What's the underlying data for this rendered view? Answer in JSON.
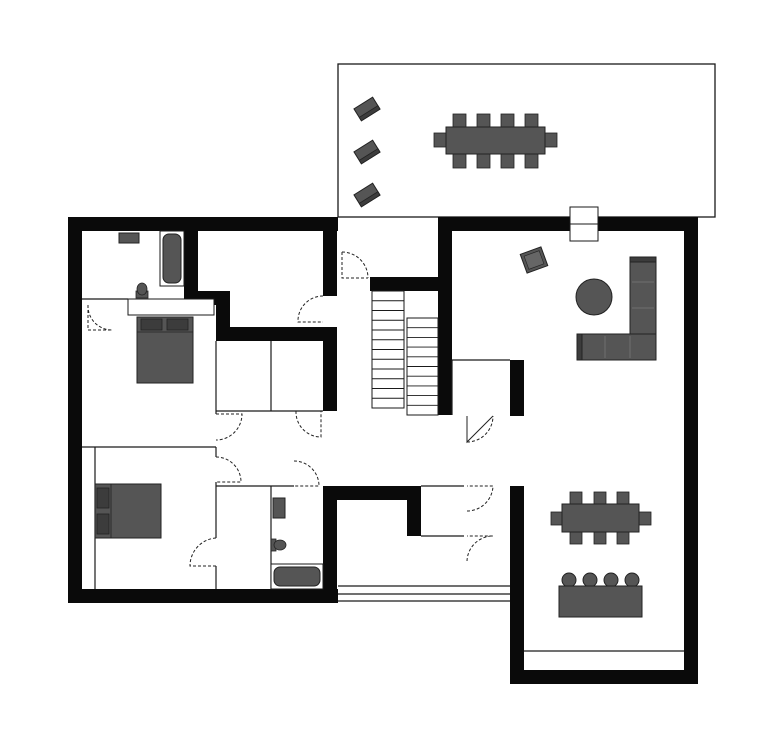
{
  "diagram": {
    "type": "floor-plan",
    "colors": {
      "background": "#ffffff",
      "wall": "#0a0a0a",
      "line": "#1a1a1a",
      "furniture": "#555555",
      "furniture_dark": "#3c3c3c",
      "door_swing": "#222222"
    },
    "rooms": [
      "terrace",
      "living-room",
      "dining-area",
      "bathroom",
      "bedroom-1",
      "bedroom-2",
      "shower-room",
      "hallway",
      "staircase",
      "storage-room",
      "closet"
    ],
    "icons": [
      "wall-icon",
      "door-icon",
      "window-icon",
      "stair-icon",
      "bed-icon",
      "bathtub-icon",
      "toilet-icon",
      "sink-icon",
      "sofa-icon",
      "round-table-icon",
      "armchair-icon",
      "dining-table-icon",
      "lounge-chair-icon",
      "sideboard-icon"
    ]
  }
}
